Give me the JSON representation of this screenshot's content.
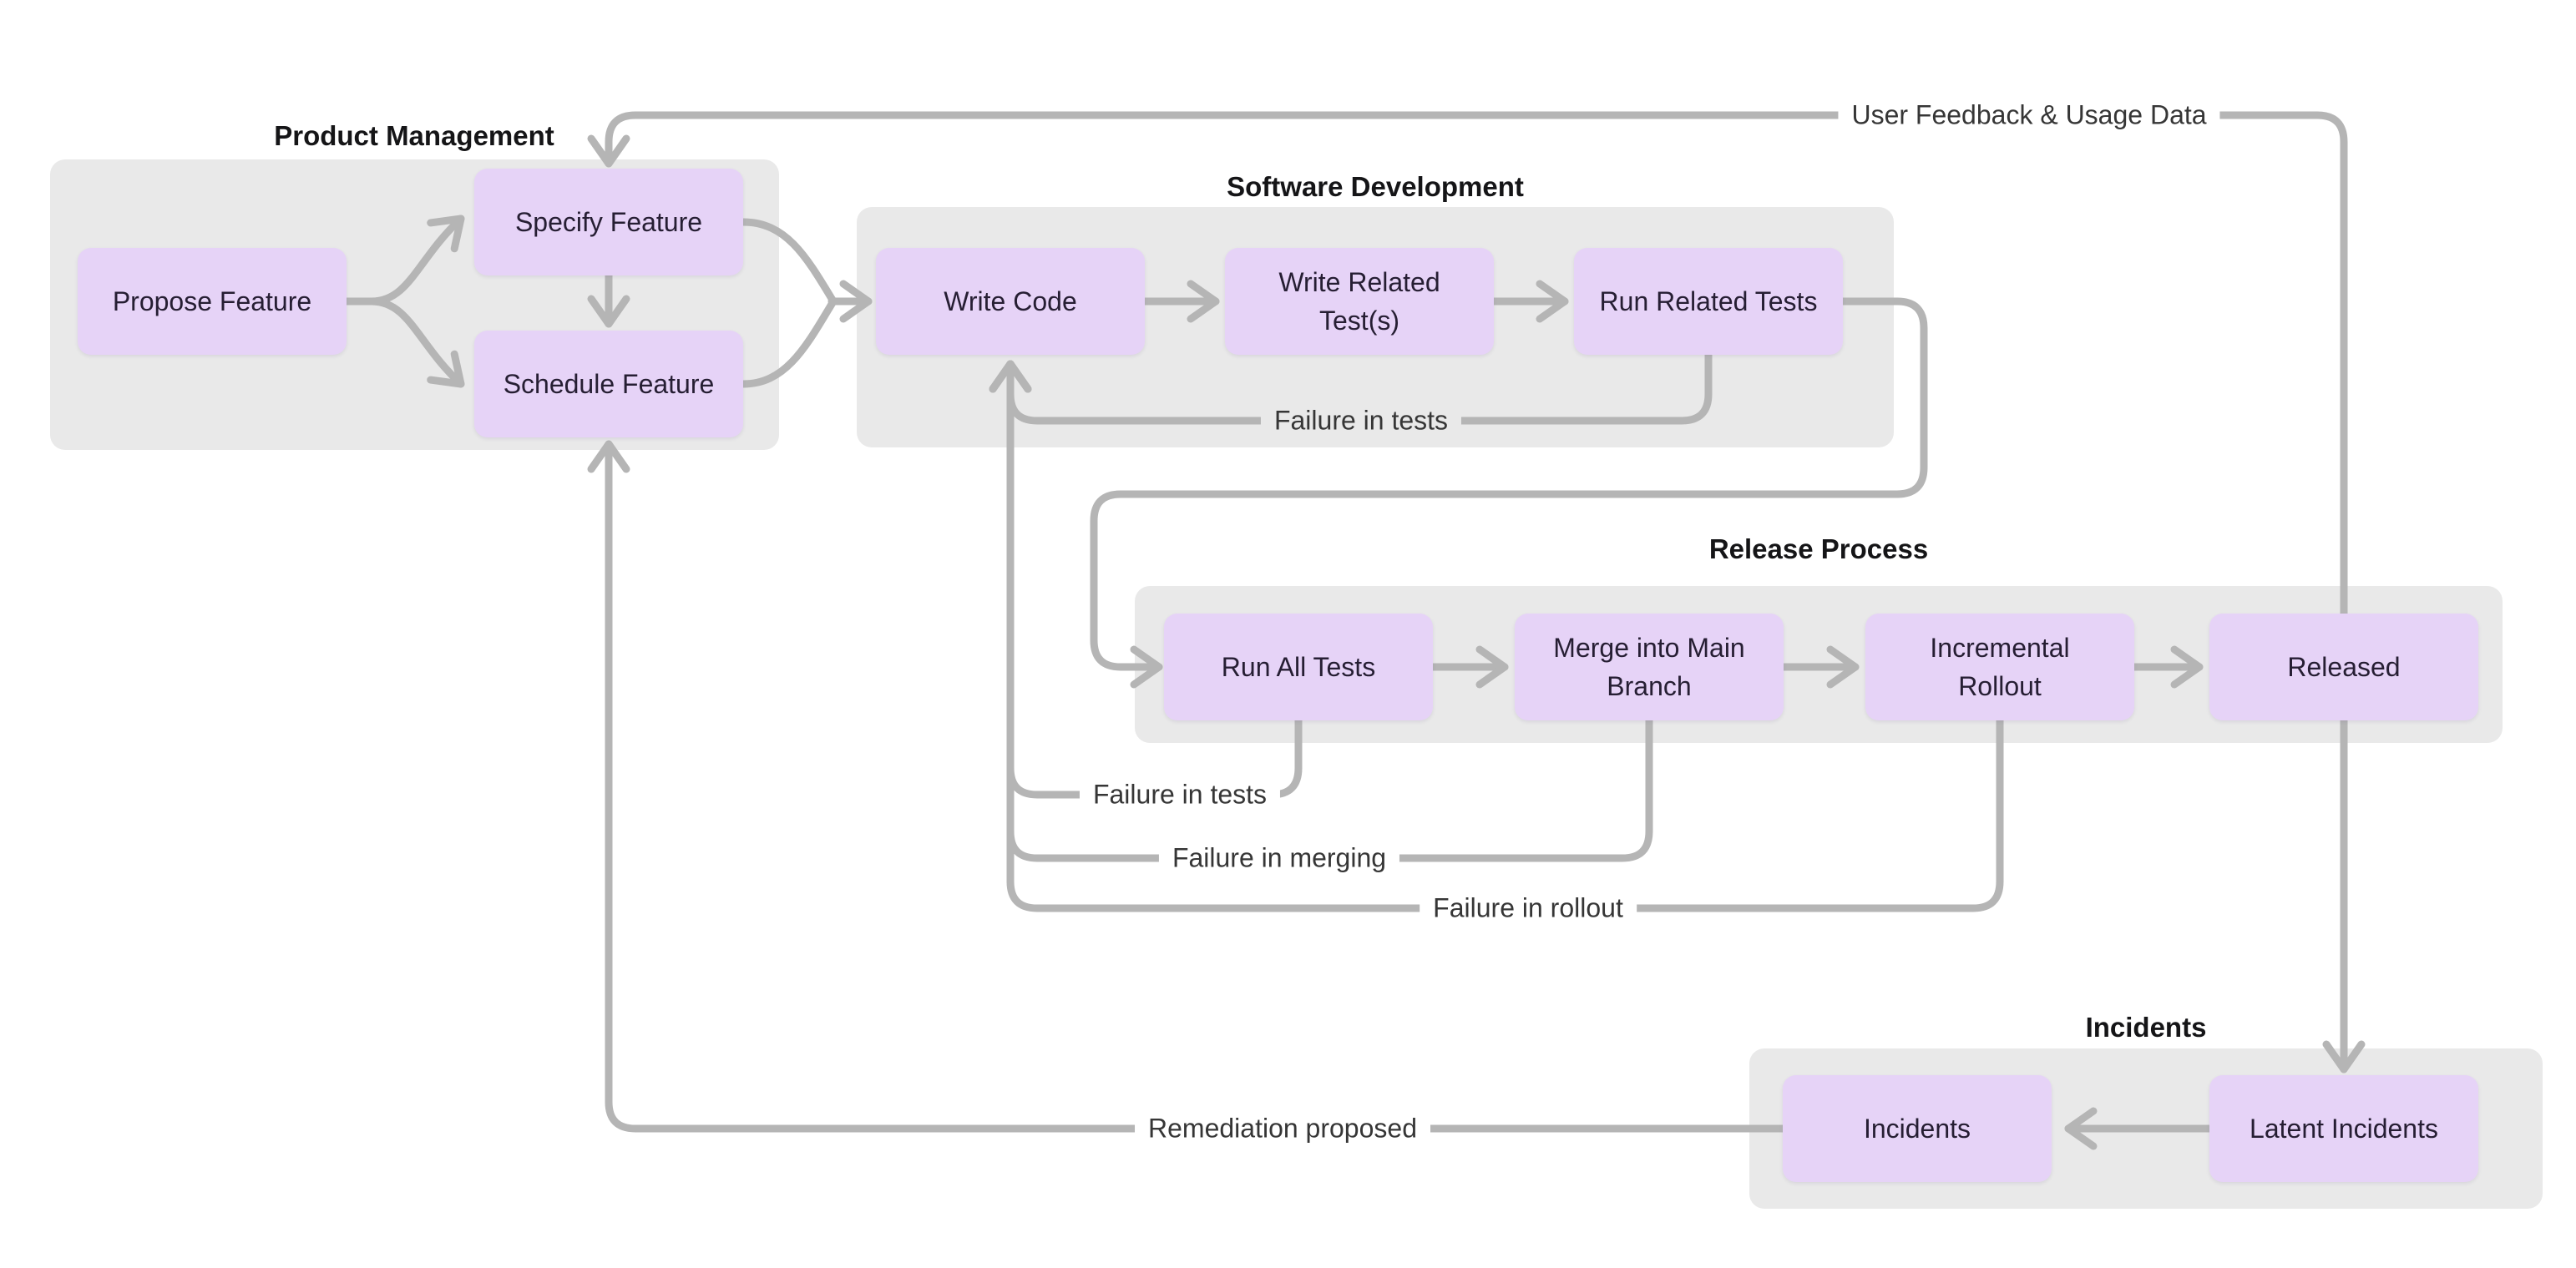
{
  "colors": {
    "background": "#ffffff",
    "group_fill": "#e9e9e9",
    "node_fill": "#e6d3f7",
    "node_text": "#261e33",
    "title_text": "#151517",
    "edge_label_text": "#363636",
    "line": "#b5b5b5"
  },
  "groups": {
    "product_management": {
      "title": "Product Management"
    },
    "software_development": {
      "title": "Software Development"
    },
    "release_process": {
      "title": "Release Process"
    },
    "incidents": {
      "title": "Incidents"
    }
  },
  "nodes": {
    "propose_feature": {
      "label": "Propose Feature"
    },
    "specify_feature": {
      "label": "Specify Feature"
    },
    "schedule_feature": {
      "label": "Schedule Feature"
    },
    "write_code": {
      "label": "Write Code"
    },
    "write_related_tests": {
      "label": "Write Related Test(s)"
    },
    "run_related_tests": {
      "label": "Run Related Tests"
    },
    "run_all_tests": {
      "label": "Run All Tests"
    },
    "merge_into_main": {
      "label": "Merge into Main Branch"
    },
    "incremental_rollout": {
      "label": "Incremental Rollout"
    },
    "released": {
      "label": "Released"
    },
    "incidents": {
      "label": "Incidents"
    },
    "latent_incidents": {
      "label": "Latent Incidents"
    }
  },
  "edge_labels": {
    "user_feedback": "User Feedback & Usage Data",
    "sw_failure_in_tests": "Failure in tests",
    "release_failure_in_tests": "Failure in tests",
    "failure_in_merging": "Failure in merging",
    "failure_in_rollout": "Failure in rollout",
    "remediation_proposed": "Remediation proposed"
  },
  "edges": [
    {
      "from": "propose_feature",
      "to": "specify_feature",
      "label": ""
    },
    {
      "from": "propose_feature",
      "to": "schedule_feature",
      "label": ""
    },
    {
      "from": "specify_feature",
      "to": "schedule_feature",
      "label": ""
    },
    {
      "from": "specify_feature",
      "to": "write_code",
      "label": ""
    },
    {
      "from": "schedule_feature",
      "to": "write_code",
      "label": ""
    },
    {
      "from": "write_code",
      "to": "write_related_tests",
      "label": ""
    },
    {
      "from": "write_related_tests",
      "to": "run_related_tests",
      "label": ""
    },
    {
      "from": "run_related_tests",
      "to": "run_all_tests",
      "label": ""
    },
    {
      "from": "run_related_tests",
      "to": "write_code",
      "label": "Failure in tests"
    },
    {
      "from": "run_all_tests",
      "to": "merge_into_main",
      "label": ""
    },
    {
      "from": "merge_into_main",
      "to": "incremental_rollout",
      "label": ""
    },
    {
      "from": "incremental_rollout",
      "to": "released",
      "label": ""
    },
    {
      "from": "run_all_tests",
      "to": "write_code",
      "label": "Failure in tests"
    },
    {
      "from": "merge_into_main",
      "to": "write_code",
      "label": "Failure in merging"
    },
    {
      "from": "incremental_rollout",
      "to": "write_code",
      "label": "Failure in rollout"
    },
    {
      "from": "released",
      "to": "specify_feature",
      "label": "User Feedback & Usage Data"
    },
    {
      "from": "released",
      "to": "latent_incidents",
      "label": ""
    },
    {
      "from": "latent_incidents",
      "to": "incidents",
      "label": ""
    },
    {
      "from": "incidents",
      "to": "schedule_feature",
      "label": "Remediation proposed"
    }
  ]
}
